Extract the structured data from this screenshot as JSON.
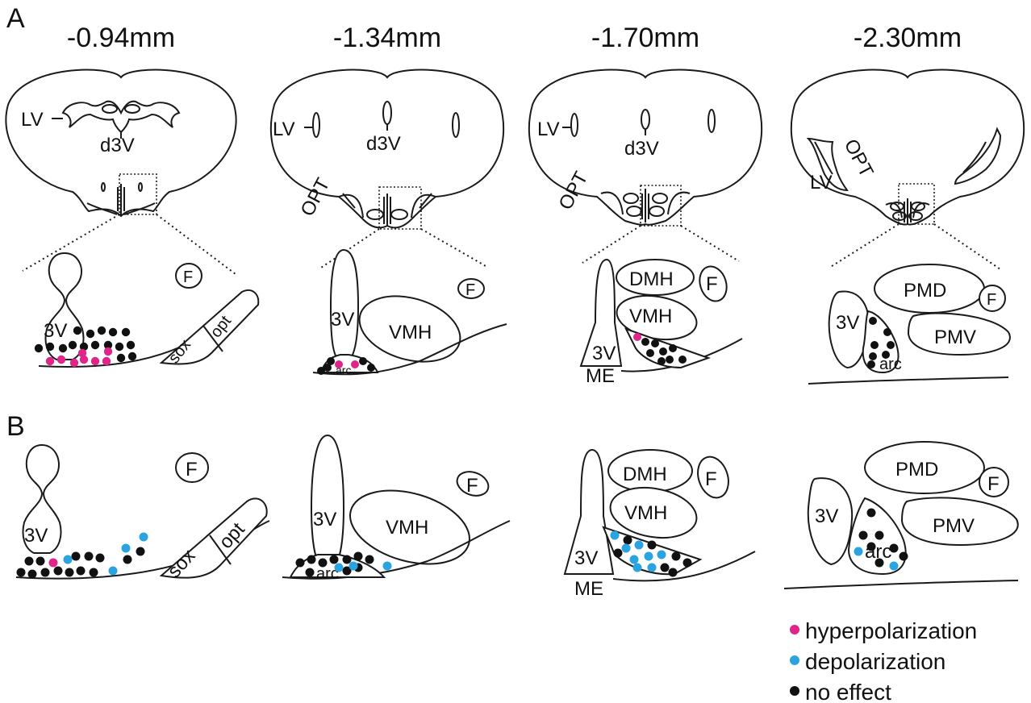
{
  "panels": {
    "a": "A",
    "b": "B"
  },
  "depths": [
    "-0.94mm",
    "-1.34mm",
    "-1.70mm",
    "-2.30mm"
  ],
  "labels": {
    "lv": "LV",
    "d3v": "d3V",
    "opt_upper": "OPT",
    "v3": "3V",
    "f": "F",
    "vmh": "VMH",
    "dmh": "DMH",
    "pmd": "PMD",
    "pmv": "PMV",
    "arc": "arc",
    "me": "ME",
    "sox": "sox",
    "opt": "opt"
  },
  "legend": [
    {
      "label": "hyperpolarization",
      "color": "#e0248a"
    },
    {
      "label": "depolarization",
      "color": "#2aa4e0"
    },
    {
      "label": "no effect",
      "color": "#111111"
    }
  ],
  "colors": {
    "hyper": "#e0248a",
    "depol": "#2aa4e0",
    "none": "#111111"
  }
}
